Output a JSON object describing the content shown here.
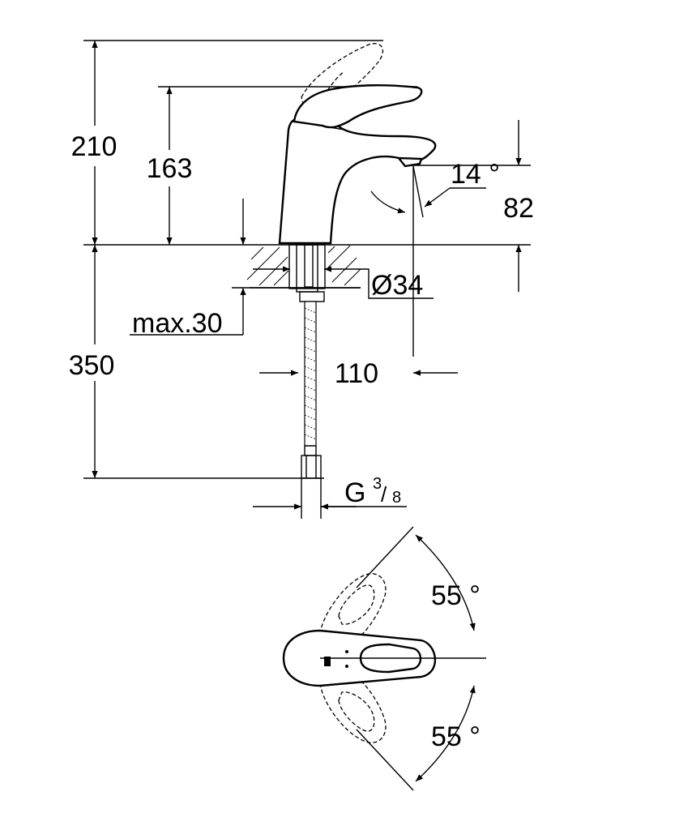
{
  "dimensions": {
    "total_height": "210",
    "spout_height": "163",
    "spout_angle": "14 °",
    "spout_clearance": "82",
    "hole_diameter": "Ø34",
    "max_deck_thickness": "max.30",
    "hose_length": "350",
    "projection": "110",
    "connection_thread": "G",
    "thread_num": "3",
    "thread_den": "8",
    "lever_angle_up": "55 °",
    "lever_angle_down": "55 °"
  }
}
